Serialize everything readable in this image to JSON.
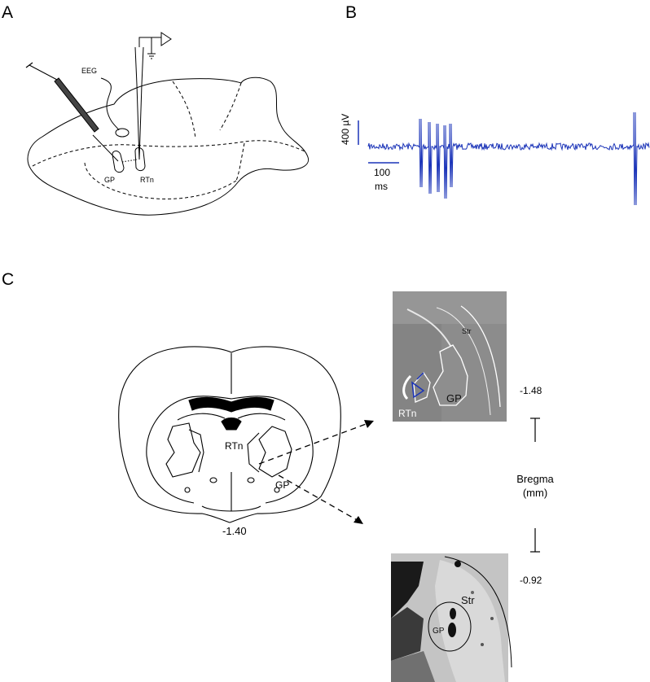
{
  "panels": {
    "a": {
      "letter": "A",
      "eeg_label": "EEG",
      "gp_label": "GP",
      "rtn_label": "RTn"
    },
    "b": {
      "letter": "B",
      "amp_label": "400 µV",
      "time_label_value": "100",
      "time_label_unit": "ms"
    },
    "c": {
      "letter": "C",
      "section_rtn": "RTn",
      "section_gp": "GP",
      "section_level": "-1.40",
      "photo_top": {
        "str": "Str",
        "gp": "GP",
        "rtn": "RTn"
      },
      "photo_bottom": {
        "str": "Str",
        "gp": "GP"
      },
      "level_top": "-1.48",
      "level_bottom": "-0.92",
      "axis_title_1": "Bregma",
      "axis_title_2": "(mm)"
    }
  },
  "colors": {
    "trace": "#1a33b8",
    "line": "#000000"
  }
}
